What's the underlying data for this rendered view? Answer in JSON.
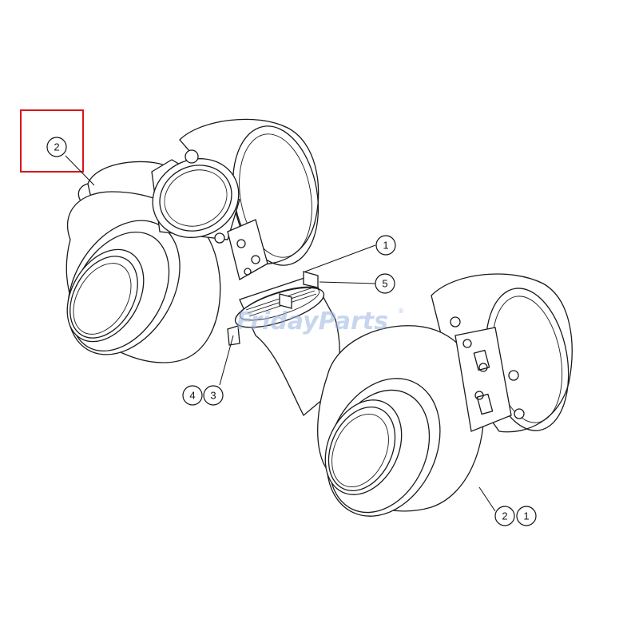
{
  "callouts": {
    "top_left": "2",
    "label_1_upper": "1",
    "label_5": "5",
    "label_4": "4",
    "label_3": "3",
    "label_2_lower": "2",
    "label_1_lower": "1"
  },
  "watermark": {
    "text": "FridayParts",
    "registered": "®"
  },
  "colors": {
    "highlight_box": "#d9151b",
    "line_art": "#1a1a1a",
    "watermark": "#9bb3e0"
  }
}
